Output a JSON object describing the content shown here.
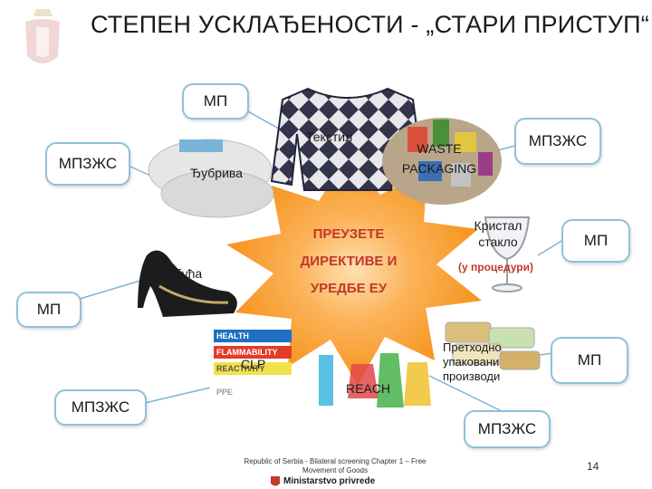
{
  "title": "СТЕПЕН УСКЛАЂЕНОСТИ - „СТАРИ ПРИСТУП“",
  "center": {
    "line1": "ПРЕУЗЕТЕ",
    "line2": "ДИРЕКТИВЕ И",
    "line3": "УРЕДБЕ ЕУ"
  },
  "callouts": {
    "top": "МП",
    "left_upper": "МПЗЖС",
    "left_middle": "МП",
    "left_lower": "МПЗЖС",
    "right_upper": "МПЗЖС",
    "right_middle": "МП",
    "right_lower": "МП",
    "bottom": "МПЗЖС"
  },
  "labels": {
    "textile": "Текстил",
    "fertilizers": "Ђубрива",
    "waste_packaging_line1": "WASTE",
    "waste_packaging_line2": "PACKAGING",
    "crystal_line1": "Кристал",
    "crystal_line2": "стакло",
    "crystal_note": "(у процедури)",
    "footwear": "Обућа",
    "clp": "CLP",
    "reach": "REACH",
    "prepacked_line1": "Претходно",
    "prepacked_line2": "упаковани",
    "prepacked_line3": "производи"
  },
  "hazard_tags": [
    "HEALTH",
    "FLAMMABILITY",
    "REACTIVITY",
    "PPE"
  ],
  "footer": {
    "note_line1": "Republic of Serbia - Bilateral screening Chapter 1 – Free",
    "note_line2": "Movement of Goods",
    "brand": "Ministarstvo privrede",
    "page_number": "14"
  },
  "colors": {
    "star_fill": "#f7941d",
    "callout_border": "#8fc0dc",
    "center_text": "#c0392b",
    "connector": "#7fb3d5"
  }
}
